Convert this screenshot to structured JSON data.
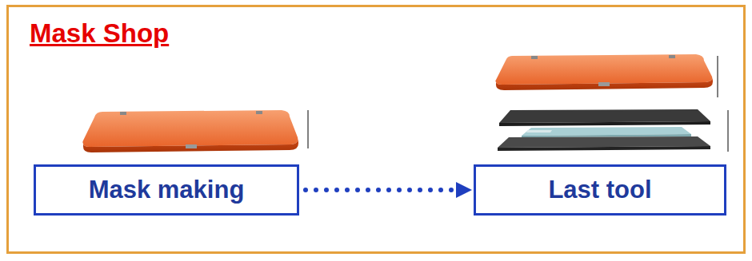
{
  "diagram": {
    "nodes": [
      {
        "text": [
          "Mask Shop"
        ]
      },
      {
        "text": [
          "Mask making"
        ],
        "in": 0
      },
      {
        "text": [
          "Last tool"
        ],
        "in": 0
      }
    ],
    "edges": [
      {
        "from": 1,
        "to": 2,
        "arrow": "to"
      }
    ]
  }
}
